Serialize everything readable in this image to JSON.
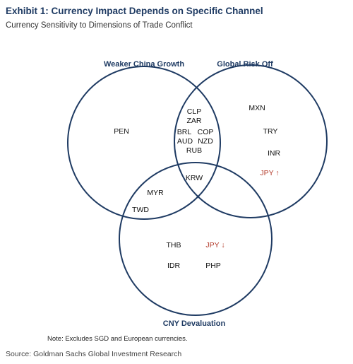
{
  "header": {
    "title": "Exhibit 1: Currency Impact Depends on Specific Channel",
    "subtitle": "Currency Sensitivity to Dimensions of Trade Conflict"
  },
  "colors": {
    "circle": "#1f3b63",
    "title": "#1f3b63",
    "highlight": "#b33a2a"
  },
  "sets": {
    "china": "Weaker China Growth",
    "risk": "Global Risk  Off",
    "cny": "CNY  Devaluation"
  },
  "regions": {
    "china_only": [
      "PEN"
    ],
    "china_risk": [
      "CLP",
      "ZAR",
      "BRL",
      "COP",
      "AUD",
      "NZD",
      "RUB"
    ],
    "all_three": [
      "KRW"
    ],
    "risk_only": [
      "MXN",
      "TRY",
      "INR",
      "JPY ↑"
    ],
    "china_cny": [
      "MYR",
      "TWD"
    ],
    "cny_only": [
      "THB",
      "JPY ↓",
      "IDR",
      "PHP"
    ]
  },
  "footer": {
    "note": "Note: Excludes SGD and European currencies.",
    "source": "Source: Goldman Sachs Global Investment Research"
  }
}
